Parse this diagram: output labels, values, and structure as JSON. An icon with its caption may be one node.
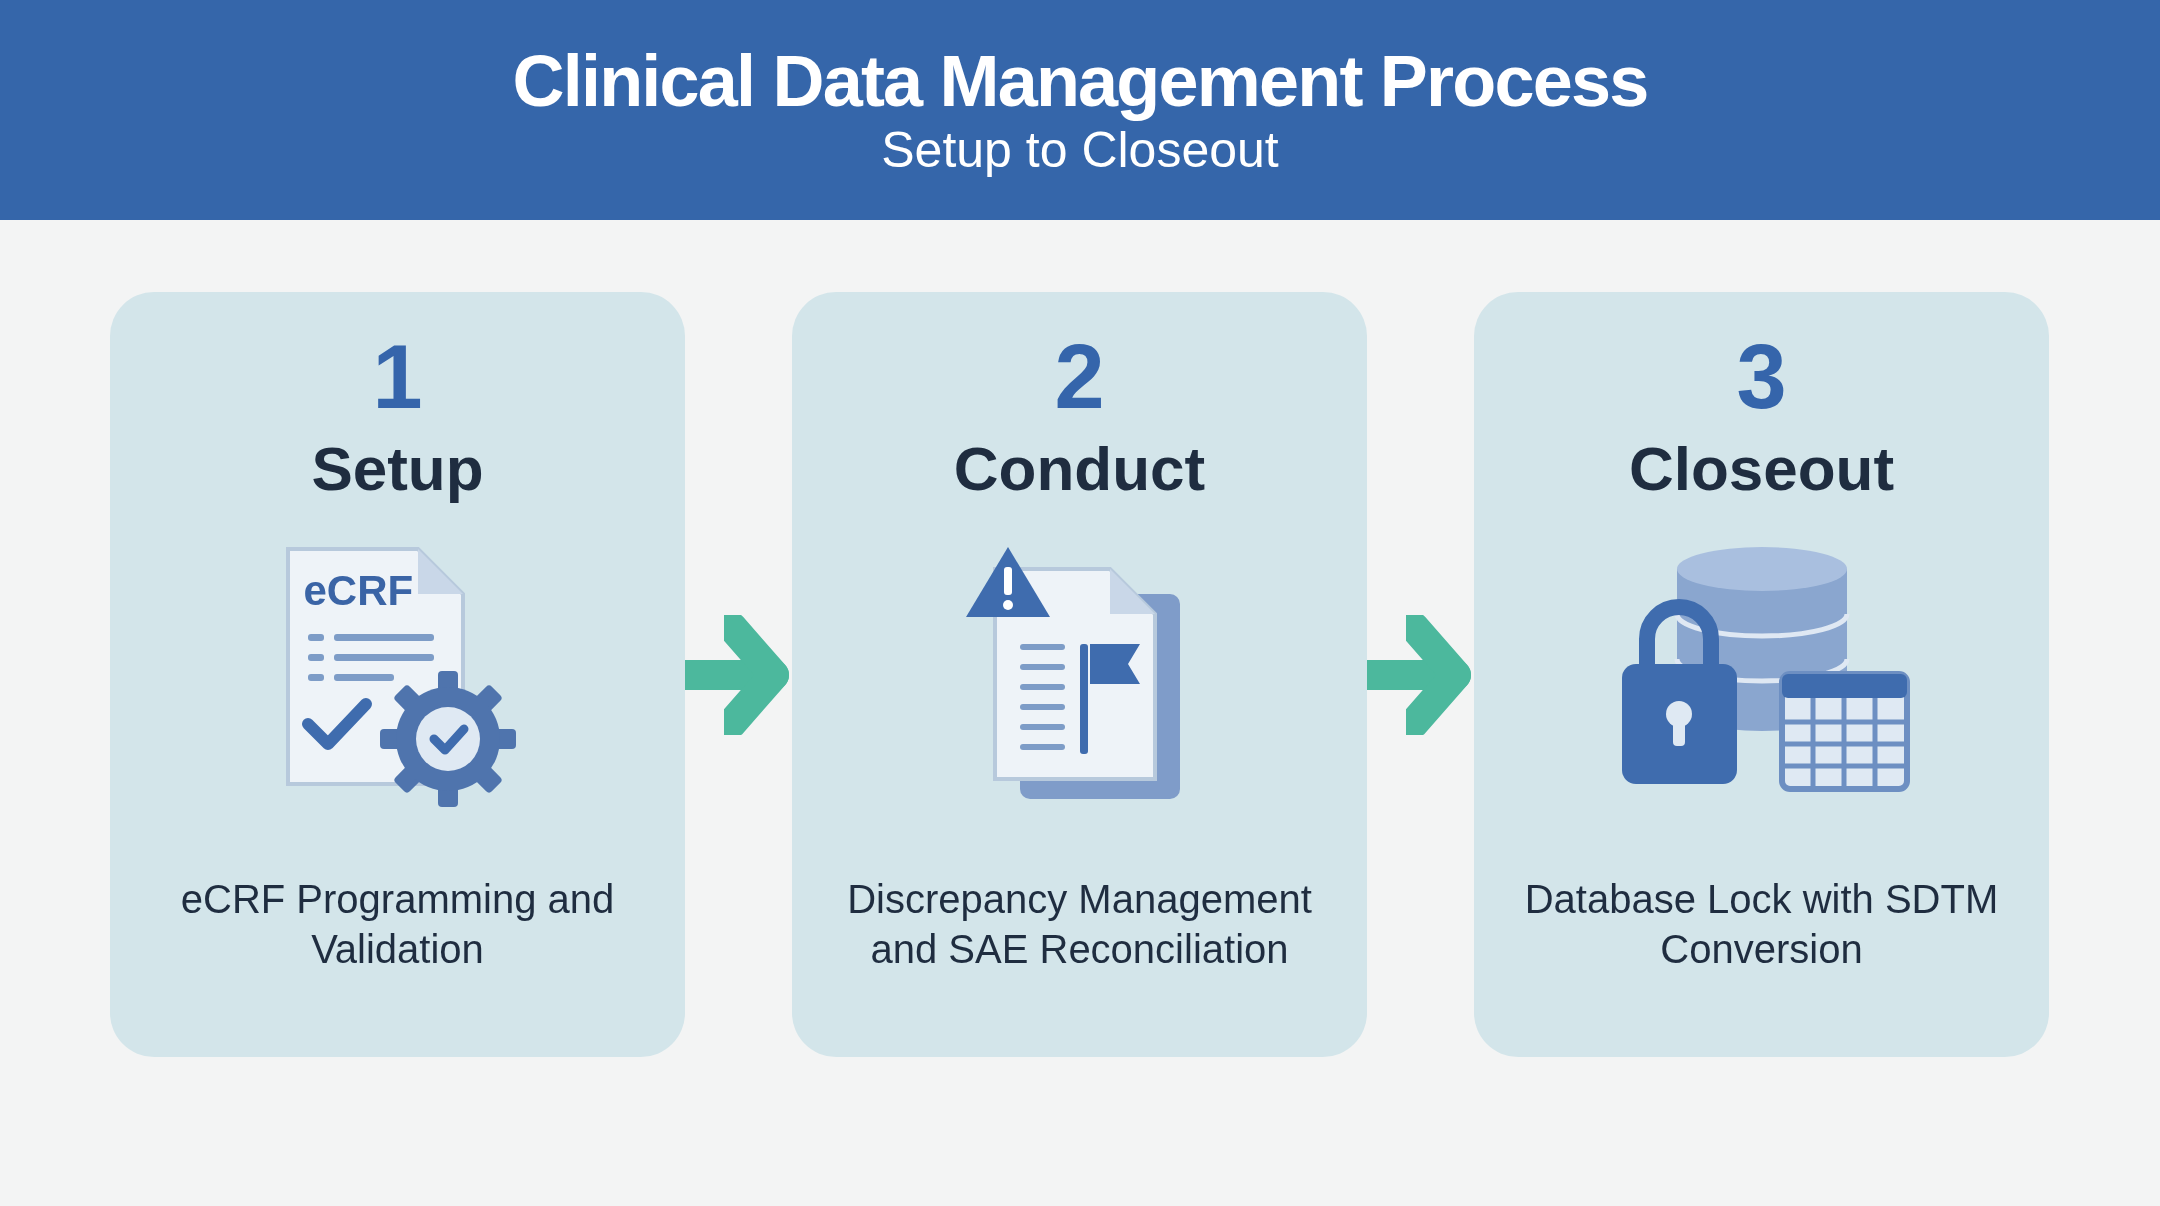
{
  "diagram": {
    "title": "Clinical Data Management Process",
    "caption": "Setup to Closeout",
    "nodes": [
      {
        "text": [
          "1",
          "Setup",
          "eCRF Programming and Validation"
        ]
      },
      {
        "text": [
          "2",
          "Conduct",
          "Discrepancy Management and SAE Reconciliation"
        ]
      },
      {
        "text": [
          "3",
          "Closeout",
          "Database Lock with SDTM Conversion"
        ]
      }
    ],
    "edges": [
      {
        "from": 0,
        "to": 1,
        "arrow": "to"
      },
      {
        "from": 1,
        "to": 2,
        "arrow": "to"
      }
    ],
    "labels": [
      "eCRF"
    ]
  }
}
